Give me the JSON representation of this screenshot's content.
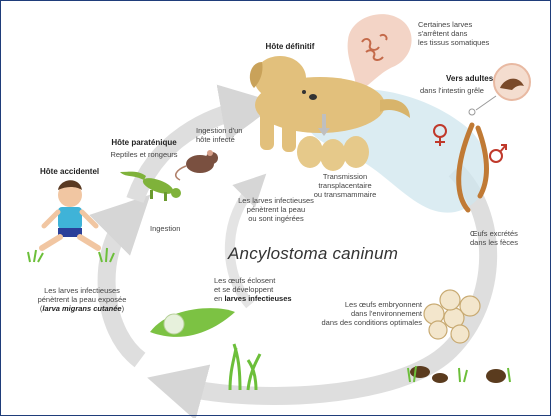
{
  "species_title": "Ancylostoma caninum",
  "definitive_host": {
    "title": "Hôte définitif",
    "somatic_note": "Certaines larves\ns'arrêtent dans\nles tissus somatiques"
  },
  "adult_worms": {
    "title": "Vers adultes",
    "subtitle": "dans l'intestin grêle"
  },
  "paratenic_host": {
    "title": "Hôte paraténique",
    "subtitle": "Reptiles et rongeurs"
  },
  "accidental_host": {
    "title": "Hôte accidentel"
  },
  "cycle_labels": {
    "ingestion_infected_host": "Ingestion d'un\nhôte infecté",
    "transmission": "Transmission\ntransplacentaire\nou transmammaire",
    "eggs_excreted": "Œufs excrétés\ndans les fèces",
    "eggs_embryonate": "Les œufs embryonnent\ndans l'environnement\ndans des conditions optimales",
    "eggs_hatch_prefix": "Les œufs éclosent\net se développent\nen ",
    "eggs_hatch_bold": "larves infectieuses",
    "larvae_penetrate": "Les larves infectieuses\npénètrent la peau\nou sont ingérées",
    "ingestion": "Ingestion",
    "skin_prefix": "Les larves infectieuses\npénètrent la peau exposée\n(",
    "skin_italic": "larva migrans cutanée",
    "skin_suffix": ")"
  },
  "colors": {
    "cycle_arrow": "#dcdcdc",
    "dog": "#e2c07c",
    "host_halo": "#cfe6ee",
    "worm": "#c07a35",
    "grass": "#6cbf3a",
    "frame": "#1f3d7a",
    "symbol": "#c0392b"
  },
  "icons": [
    "dog-icon",
    "lizard-icon",
    "rat-icon",
    "child-icon",
    "worm-icon",
    "larvae-icon",
    "eggs-icon",
    "feces-icon",
    "leaf-icon",
    "grass-icon",
    "female-symbol-icon",
    "male-symbol-icon"
  ]
}
